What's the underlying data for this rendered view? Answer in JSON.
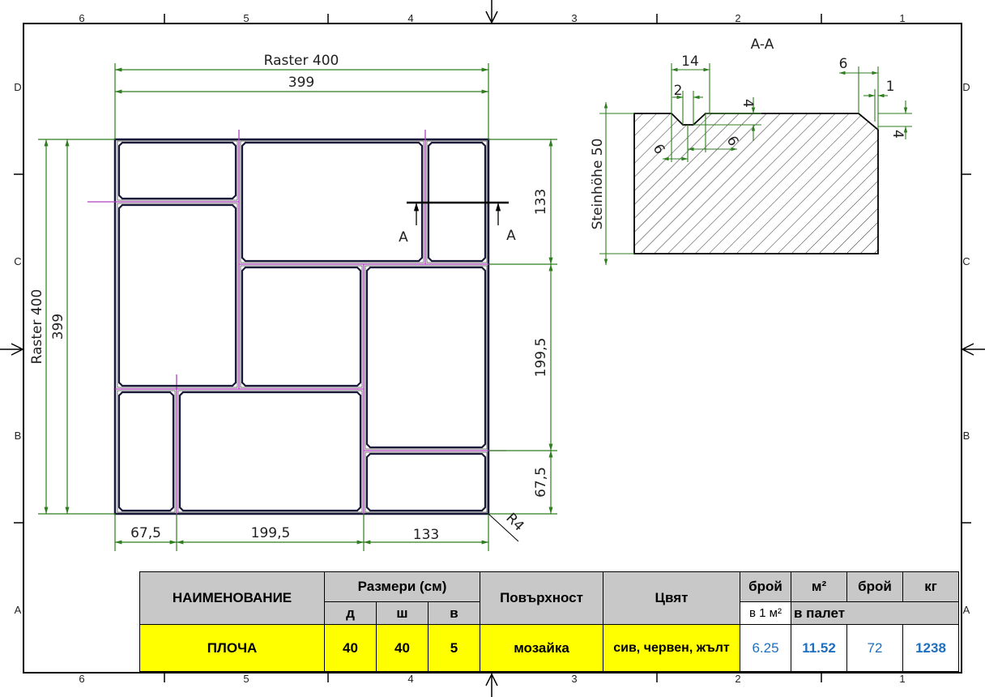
{
  "frame": {
    "column_labels": [
      "6",
      "5",
      "4",
      "3",
      "2",
      "1"
    ],
    "row_labels": [
      "D",
      "C",
      "B",
      "A"
    ]
  },
  "plan": {
    "top_raster": "Raster 400",
    "top_dim": "399",
    "left_raster": "Raster 400",
    "left_dim": "399",
    "right_dims": [
      "133",
      "199,5",
      "67,5"
    ],
    "bottom_dims": [
      "67,5",
      "199,5",
      "133"
    ],
    "radius": "R4",
    "section_mark": "A"
  },
  "section": {
    "title": "A-A",
    "height_label": "Steinhöhe 50",
    "dims": [
      "14",
      "2",
      "4",
      "6",
      "6",
      "6",
      "1",
      "4"
    ]
  },
  "table": {
    "headers": {
      "name": "НАИМЕНОВАНИЕ",
      "dims": "Размери (см)",
      "d": "д",
      "sh": "ш",
      "v": "в",
      "surface": "Повърхност",
      "color": "Цвят",
      "count": "брой",
      "per_m2": "в 1 м²",
      "m2": "м²",
      "count2": "брой",
      "kg": "кг",
      "pallet": "в палет"
    },
    "row": {
      "name": "ПЛОЧА",
      "d": "40",
      "sh": "40",
      "v": "5",
      "surface": "мозайка",
      "color": "сив, червен, жълт",
      "per_m2": "6.25",
      "m2": "11.52",
      "count": "72",
      "kg": "1238"
    }
  },
  "colors": {
    "dimension": "#2e7d1e",
    "centerline": "#b040c0",
    "outline": "#1a1a3a",
    "header_bg": "#c8c8c8",
    "highlight": "#ffff00",
    "value_blue": "#1f6fbf"
  }
}
